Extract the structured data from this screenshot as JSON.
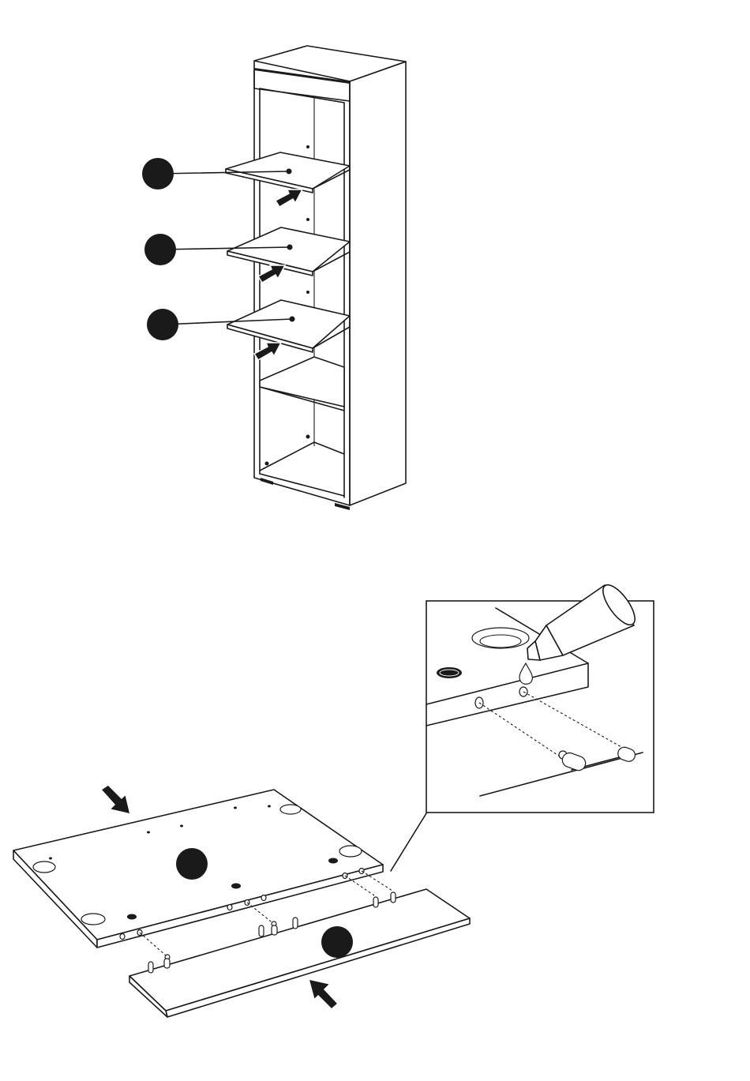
{
  "page": {
    "background": "#ffffff",
    "ink": "#1a1a1a"
  },
  "step_upper": {
    "parts": [
      {
        "marker": "part-marker-shelf-1"
      },
      {
        "marker": "part-marker-shelf-2"
      },
      {
        "marker": "part-marker-shelf-3"
      }
    ],
    "push_arrows": 3,
    "icons": [
      "black-arrow-icon"
    ]
  },
  "step_lower": {
    "parts": [
      {
        "marker": "part-marker-top-panel"
      },
      {
        "marker": "part-marker-front-rail"
      }
    ],
    "push_arrows": 2,
    "detail_inset": {
      "icons": [
        "glue-bottle-icon",
        "glue-drop-icon",
        "dowel-icon",
        "cam-bolt-icon",
        "cam-lock-hole-icon",
        "brand-logo-icon"
      ]
    }
  }
}
